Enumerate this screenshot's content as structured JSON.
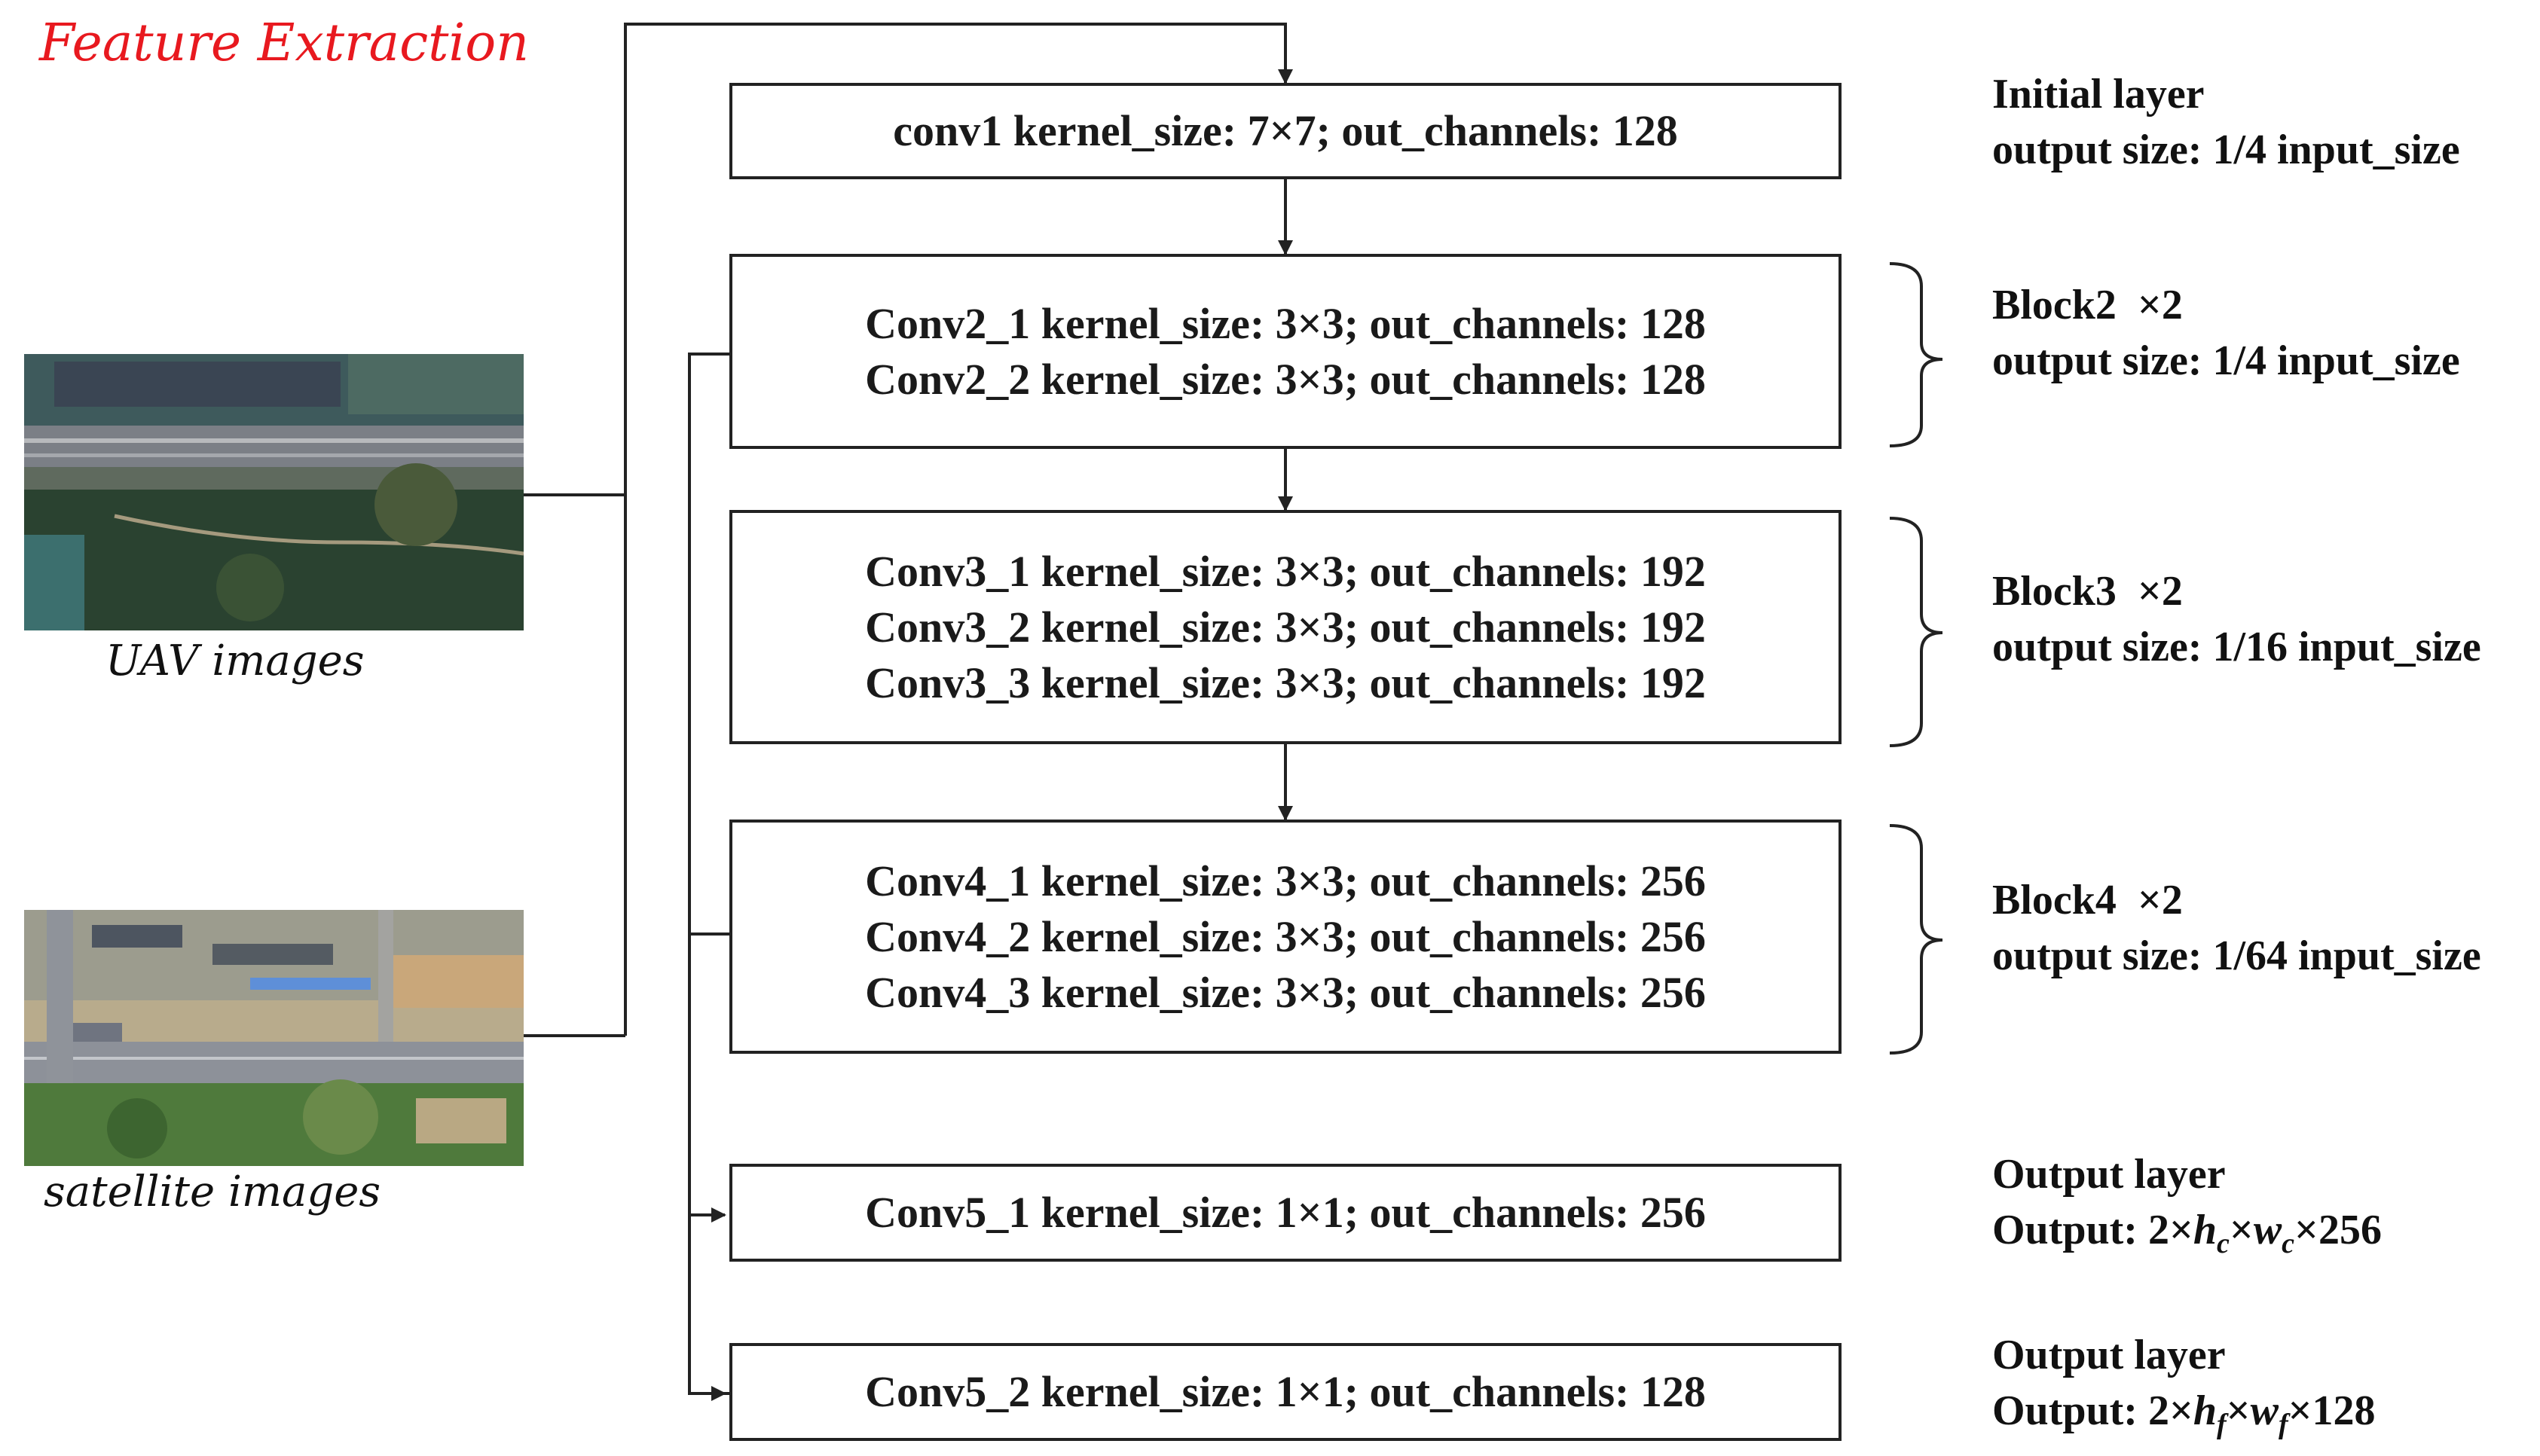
{
  "title": "Feature Extraction",
  "inputs": [
    {
      "label": "UAV images"
    },
    {
      "label": "satellite images"
    }
  ],
  "layers": [
    {
      "lines": [
        "conv1 kernel_size: 7×7; out_channels: 128"
      ]
    },
    {
      "lines": [
        "Conv2_1 kernel_size: 3×3; out_channels: 128",
        "Conv2_2 kernel_size: 3×3; out_channels: 128"
      ]
    },
    {
      "lines": [
        "Conv3_1 kernel_size: 3×3; out_channels: 192",
        "Conv3_2 kernel_size: 3×3; out_channels: 192",
        "Conv3_3 kernel_size: 3×3; out_channels: 192"
      ]
    },
    {
      "lines": [
        "Conv4_1 kernel_size: 3×3; out_channels: 256",
        "Conv4_2 kernel_size: 3×3; out_channels: 256",
        "Conv4_3 kernel_size: 3×3; out_channels: 256"
      ]
    },
    {
      "lines": [
        "Conv5_1 kernel_size: 1×1; out_channels: 256"
      ]
    },
    {
      "lines": [
        "Conv5_2 kernel_size: 1×1; out_channels: 128"
      ]
    }
  ],
  "annotations": [
    {
      "name": "Initial layer",
      "detail": "output size: 1/4 input_size"
    },
    {
      "name": "Block2  ×2",
      "detail": "output size: 1/4 input_size"
    },
    {
      "name": "Block3  ×2",
      "detail": "output size: 1/16 input_size"
    },
    {
      "name": "Block4  ×2",
      "detail": "output size: 1/64 input_size"
    },
    {
      "name": "Output layer",
      "detail_prefix": "Output: 2×",
      "h": "h",
      "h_sub": "c",
      "w": "w",
      "w_sub": "c",
      "detail_suffix": "×256"
    },
    {
      "name": "Output layer",
      "detail_prefix": "Output: 2×",
      "h": "h",
      "h_sub": "f",
      "w": "w",
      "w_sub": "f",
      "detail_suffix": "×128"
    }
  ],
  "colors": {
    "title": "#e8191f",
    "line": "#222222"
  }
}
